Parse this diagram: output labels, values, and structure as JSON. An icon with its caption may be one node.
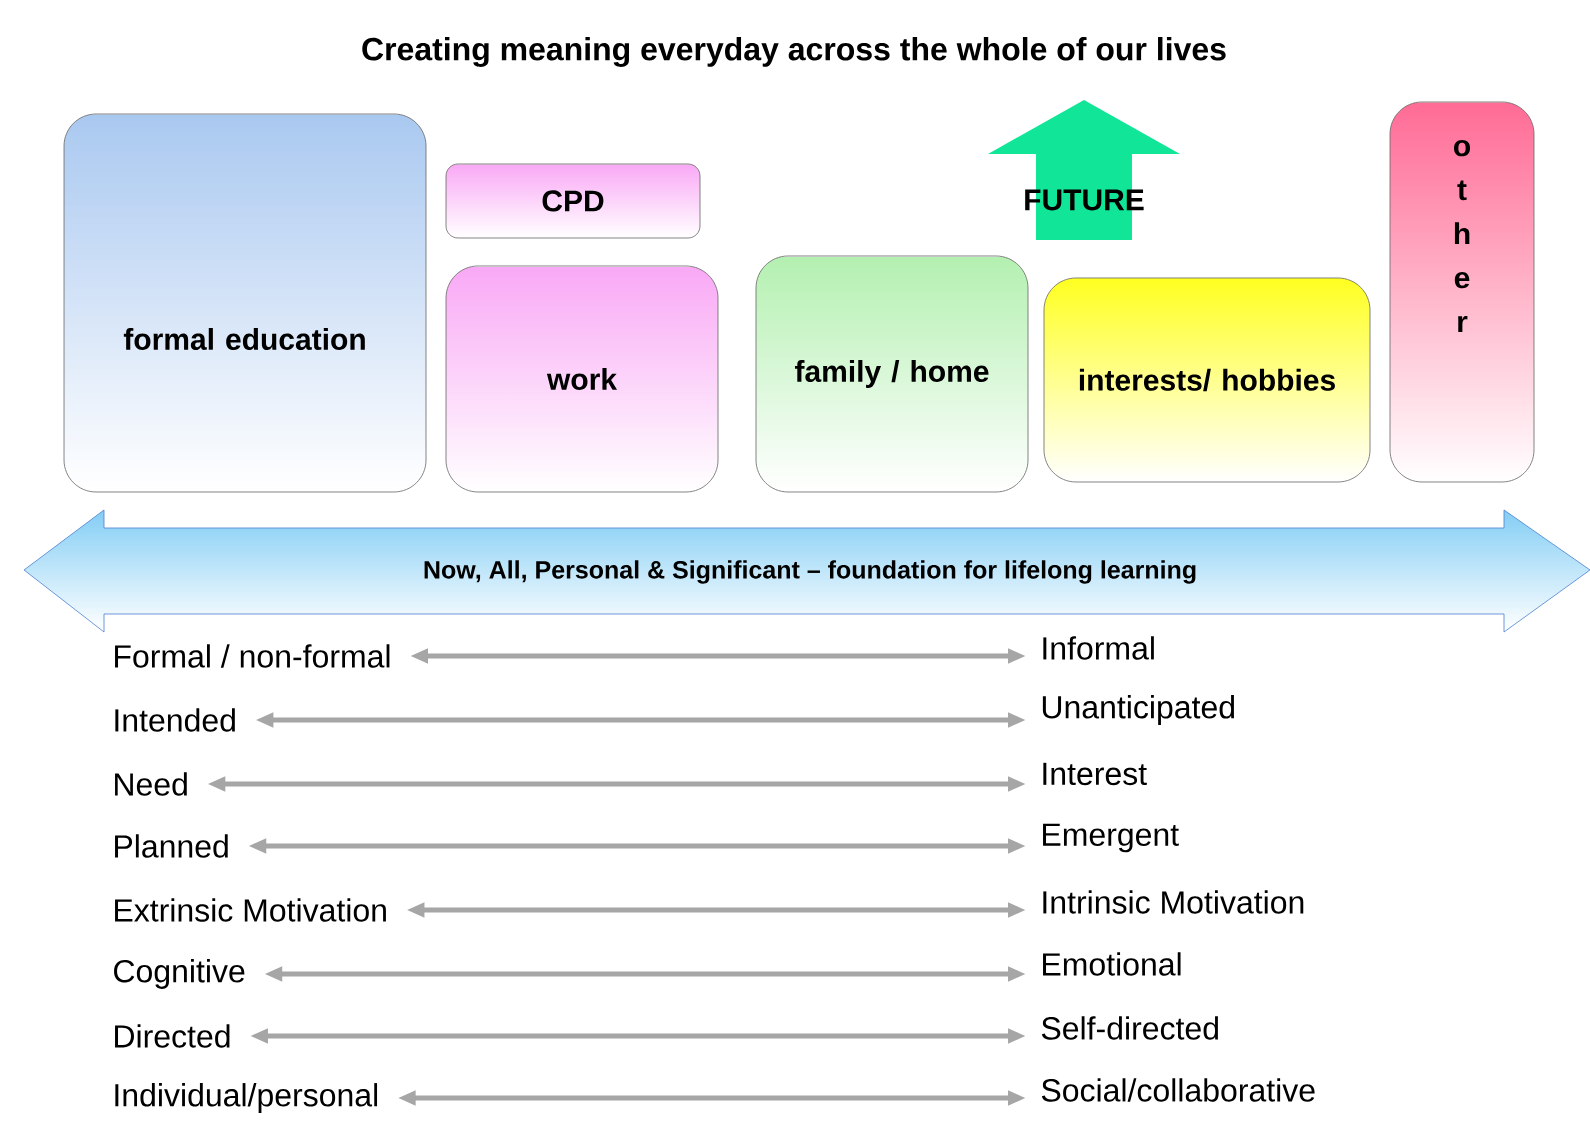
{
  "diagram": {
    "title": "Creating meaning everyday across the whole of our lives",
    "nodes": [
      {
        "text": [
          "formal education"
        ]
      },
      {
        "text": [
          "CPD"
        ]
      },
      {
        "text": [
          "work"
        ]
      },
      {
        "text": [
          "family / home"
        ]
      },
      {
        "text": [
          "interests/ hobbies"
        ]
      },
      {
        "text": [
          "o t h e r"
        ]
      },
      {
        "text": [
          "Now, All, Personal & Significant – foundation for lifelong learning"
        ]
      },
      {
        "text": [
          "Formal  / non-formal"
        ]
      },
      {
        "text": [
          "Informal"
        ]
      },
      {
        "text": [
          "Intended"
        ]
      },
      {
        "text": [
          "Unanticipated"
        ]
      },
      {
        "text": [
          "Need"
        ]
      },
      {
        "text": [
          "Interest"
        ]
      },
      {
        "text": [
          "Planned"
        ]
      },
      {
        "text": [
          "Emergent"
        ]
      },
      {
        "text": [
          "Extrinsic Motivation"
        ]
      },
      {
        "text": [
          "Intrinsic Motivation"
        ]
      },
      {
        "text": [
          "Cognitive"
        ]
      },
      {
        "text": [
          "Emotional"
        ]
      },
      {
        "text": [
          "Directed"
        ]
      },
      {
        "text": [
          "Self-directed"
        ]
      },
      {
        "text": [
          "Individual/personal"
        ]
      },
      {
        "text": [
          "Social/collaborative"
        ]
      }
    ],
    "edges": [
      {
        "from": 7,
        "to": 8,
        "arrow": "both"
      },
      {
        "from": 9,
        "to": 10,
        "arrow": "both"
      },
      {
        "from": 11,
        "to": 12,
        "arrow": "both"
      },
      {
        "from": 13,
        "to": 14,
        "arrow": "both"
      },
      {
        "from": 15,
        "to": 16,
        "arrow": "both"
      },
      {
        "from": 17,
        "to": 18,
        "arrow": "both"
      },
      {
        "from": 19,
        "to": 20,
        "arrow": "both"
      },
      {
        "from": 21,
        "to": 22,
        "arrow": "both"
      }
    ],
    "labels": [
      "FUTURE"
    ]
  }
}
